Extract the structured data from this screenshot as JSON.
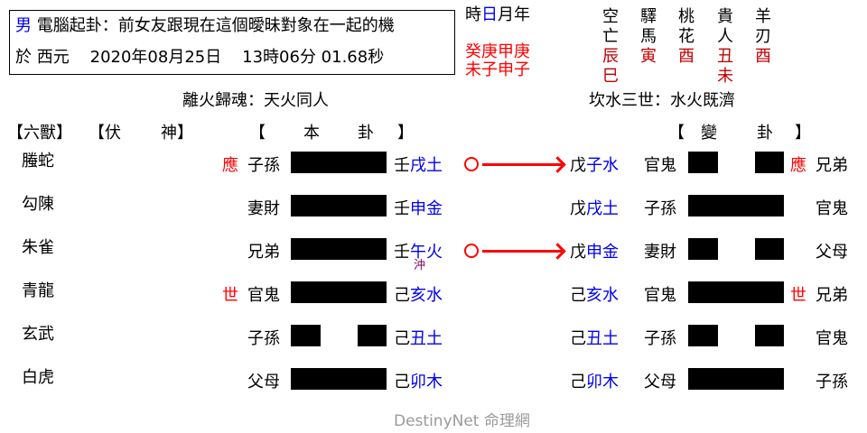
{
  "header": {
    "gender": "男",
    "title": "電腦起卦：前女友跟現在這個曖昧對象在一起的機",
    "date_prefix": "於 西元",
    "date": "2020年08月25日",
    "time": "13時06分 01.68秒"
  },
  "pillars": {
    "labels": [
      "時",
      "日",
      "月",
      "年"
    ],
    "stems": [
      "癸",
      "庚",
      "甲",
      "庚"
    ],
    "branches": [
      "未",
      "子",
      "申",
      "子"
    ]
  },
  "shensha": [
    {
      "name_top": "空",
      "name_bottom": "亡",
      "values": [
        "辰",
        "巳"
      ]
    },
    {
      "name_top": "驛",
      "name_bottom": "馬",
      "values": [
        "寅"
      ]
    },
    {
      "name_top": "桃",
      "name_bottom": "花",
      "values": [
        "酉"
      ]
    },
    {
      "name_top": "貴",
      "name_bottom": "人",
      "values": [
        "丑",
        "未"
      ]
    },
    {
      "name_top": "羊",
      "name_bottom": "刃",
      "values": [
        "酉"
      ]
    }
  ],
  "main_hexagram_name": "離火歸魂：天火同人",
  "changed_hexagram_name": "坎水三世：水火既濟",
  "column_headers": {
    "six_beasts": "【六獸】",
    "hidden_spirit_open": "【伏",
    "hidden_spirit_close": "神】",
    "main_open": "【",
    "main_a": "本",
    "main_b": "卦",
    "main_close": "】",
    "changed_open": "【",
    "changed_a": "變",
    "changed_b": "卦",
    "changed_close": "】"
  },
  "lines": [
    {
      "beast": "螣蛇",
      "mark": "應",
      "relation": "子孫",
      "yang": true,
      "stem": "壬",
      "branch": "戌土",
      "moving": true,
      "chong": "",
      "c_stem": "戊",
      "c_branch": "子水",
      "c_relation": "官鬼",
      "c_yang": false,
      "c_mark": "應",
      "c_right": "兄弟"
    },
    {
      "beast": "勾陳",
      "mark": "",
      "relation": "妻財",
      "yang": true,
      "stem": "壬",
      "branch": "申金",
      "moving": false,
      "chong": "",
      "c_stem": "戊",
      "c_branch": "戌土",
      "c_relation": "子孫",
      "c_yang": true,
      "c_mark": "",
      "c_right": "官鬼"
    },
    {
      "beast": "朱雀",
      "mark": "",
      "relation": "兄弟",
      "yang": true,
      "stem": "壬",
      "branch": "午火",
      "moving": true,
      "chong": "沖",
      "c_stem": "戊",
      "c_branch": "申金",
      "c_relation": "妻財",
      "c_yang": false,
      "c_mark": "",
      "c_right": "父母"
    },
    {
      "beast": "青龍",
      "mark": "世",
      "relation": "官鬼",
      "yang": true,
      "stem": "己",
      "branch": "亥水",
      "moving": false,
      "chong": "",
      "c_stem": "己",
      "c_branch": "亥水",
      "c_relation": "官鬼",
      "c_yang": true,
      "c_mark": "世",
      "c_right": "兄弟"
    },
    {
      "beast": "玄武",
      "mark": "",
      "relation": "子孫",
      "yang": false,
      "stem": "己",
      "branch": "丑土",
      "moving": false,
      "chong": "",
      "c_stem": "己",
      "c_branch": "丑土",
      "c_relation": "子孫",
      "c_yang": false,
      "c_mark": "",
      "c_right": "官鬼"
    },
    {
      "beast": "白虎",
      "mark": "",
      "relation": "父母",
      "yang": true,
      "stem": "己",
      "branch": "卯木",
      "moving": false,
      "chong": "",
      "c_stem": "己",
      "c_branch": "卯木",
      "c_relation": "父母",
      "c_yang": true,
      "c_mark": "",
      "c_right": "子孫"
    }
  ],
  "footer": "DestinyNet 命理網",
  "colors": {
    "blue": "#0000ee",
    "red": "#ff0000",
    "dark_red": "#c00000",
    "purple": "#800060",
    "footer_gray": "#9a9a9a"
  }
}
